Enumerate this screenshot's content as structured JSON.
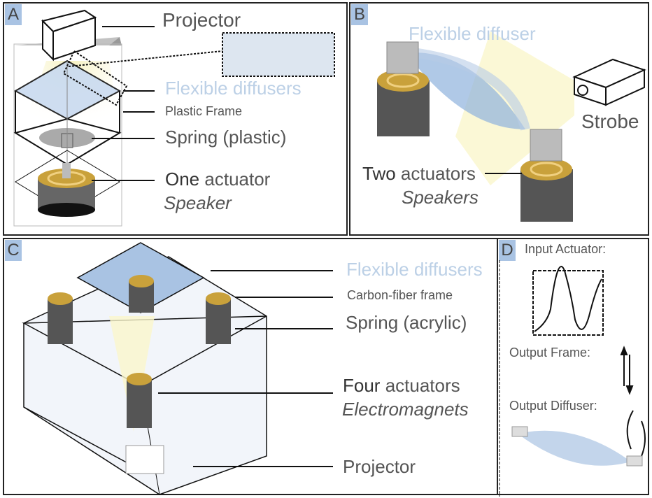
{
  "panels": {
    "A": {
      "label": "A",
      "projector": "Projector",
      "flexible_diffusers": "Flexible diffusers",
      "plastic_frame": "Plastic Frame",
      "spring": "Spring (plastic)",
      "actuator_strong": "One",
      "actuator_rest": " actuator",
      "actuator_type": "Speaker"
    },
    "B": {
      "label": "B",
      "flexible_diffuser": "Flexible diffuser",
      "strobe": "Strobe",
      "actuator_strong": "Two",
      "actuator_rest": " actuators",
      "actuator_type": "Speakers"
    },
    "C": {
      "label": "C",
      "flexible_diffusers": "Flexible diffusers",
      "frame": "Carbon-fiber frame",
      "spring": "Spring (acrylic)",
      "actuator_strong": "Four",
      "actuator_rest": " actuators",
      "actuator_type": "Electromagnets",
      "projector": "Projector"
    },
    "D": {
      "label": "D",
      "input": "Input Actuator:",
      "output_frame": "Output Frame:",
      "output_diffuser": "Output Diffuser:"
    }
  }
}
